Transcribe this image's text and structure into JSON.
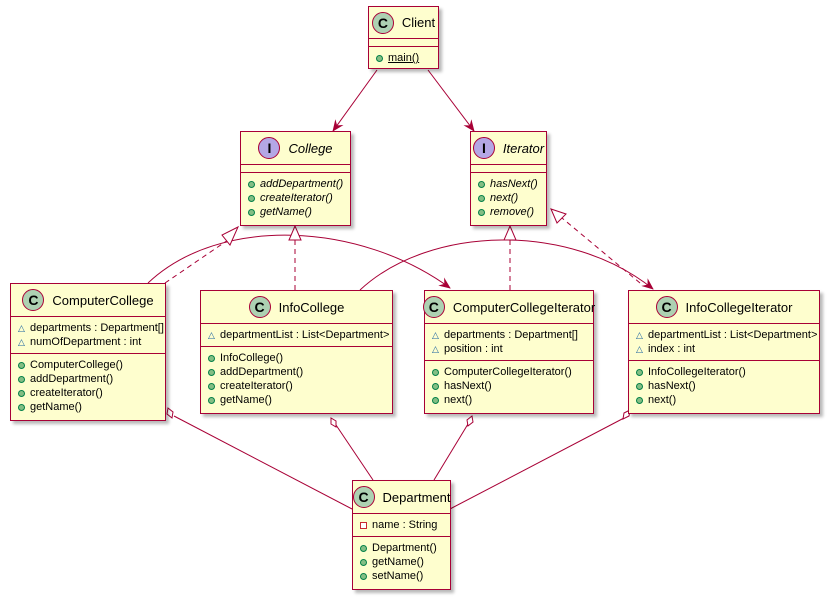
{
  "colors": {
    "class_fill": "#FEFECE",
    "border": "#A80036",
    "class_badge": "#ADD1B2",
    "interface_badge": "#B4A7E5"
  },
  "classes": {
    "client": {
      "stereotype": "C",
      "name": "Client",
      "fields": [],
      "methods": [
        {
          "vis": "public",
          "text": "main()",
          "static": true
        }
      ]
    },
    "college": {
      "stereotype": "I",
      "name": "College",
      "fields": [],
      "methods": [
        {
          "vis": "public",
          "text": "addDepartment()",
          "abstract": true
        },
        {
          "vis": "public",
          "text": "createIterator()",
          "abstract": true
        },
        {
          "vis": "public",
          "text": "getName()",
          "abstract": true
        }
      ]
    },
    "iterator": {
      "stereotype": "I",
      "name": "Iterator",
      "fields": [],
      "methods": [
        {
          "vis": "public",
          "text": "hasNext()",
          "abstract": true
        },
        {
          "vis": "public",
          "text": "next()",
          "abstract": true
        },
        {
          "vis": "public",
          "text": "remove()",
          "abstract": true
        }
      ]
    },
    "computer_college": {
      "stereotype": "C",
      "name": "ComputerCollege",
      "fields": [
        {
          "vis": "package",
          "text": "departments : Department[]"
        },
        {
          "vis": "package",
          "text": "numOfDepartment : int"
        }
      ],
      "methods": [
        {
          "vis": "public",
          "text": "ComputerCollege()"
        },
        {
          "vis": "public",
          "text": "addDepartment()"
        },
        {
          "vis": "public",
          "text": "createIterator()"
        },
        {
          "vis": "public",
          "text": "getName()"
        }
      ]
    },
    "info_college": {
      "stereotype": "C",
      "name": "InfoCollege",
      "fields": [
        {
          "vis": "package",
          "text": "departmentList : List<Department>"
        }
      ],
      "methods": [
        {
          "vis": "public",
          "text": "InfoCollege()"
        },
        {
          "vis": "public",
          "text": "addDepartment()"
        },
        {
          "vis": "public",
          "text": "createIterator()"
        },
        {
          "vis": "public",
          "text": "getName()"
        }
      ]
    },
    "computer_college_iterator": {
      "stereotype": "C",
      "name": "ComputerCollegeIterator",
      "fields": [
        {
          "vis": "package",
          "text": "departments : Department[]"
        },
        {
          "vis": "package",
          "text": "position : int"
        }
      ],
      "methods": [
        {
          "vis": "public",
          "text": "ComputerCollegeIterator()"
        },
        {
          "vis": "public",
          "text": "hasNext()"
        },
        {
          "vis": "public",
          "text": "next()"
        }
      ]
    },
    "info_college_iterator": {
      "stereotype": "C",
      "name": "InfoCollegeIterator",
      "fields": [
        {
          "vis": "package",
          "text": "departmentList : List<Department>"
        },
        {
          "vis": "package",
          "text": "index : int"
        }
      ],
      "methods": [
        {
          "vis": "public",
          "text": "InfoCollegeIterator()"
        },
        {
          "vis": "public",
          "text": "hasNext()"
        },
        {
          "vis": "public",
          "text": "next()"
        }
      ]
    },
    "department": {
      "stereotype": "C",
      "name": "Department",
      "fields": [
        {
          "vis": "private",
          "text": "name : String"
        }
      ],
      "methods": [
        {
          "vis": "public",
          "text": "Department()"
        },
        {
          "vis": "public",
          "text": "getName()"
        },
        {
          "vis": "public",
          "text": "setName()"
        }
      ]
    }
  },
  "relations": [
    {
      "from": "Client",
      "to": "College",
      "type": "association"
    },
    {
      "from": "Client",
      "to": "Iterator",
      "type": "association"
    },
    {
      "from": "ComputerCollege",
      "to": "College",
      "type": "realization"
    },
    {
      "from": "InfoCollege",
      "to": "College",
      "type": "realization"
    },
    {
      "from": "ComputerCollegeIterator",
      "to": "Iterator",
      "type": "realization"
    },
    {
      "from": "InfoCollegeIterator",
      "to": "Iterator",
      "type": "realization"
    },
    {
      "from": "ComputerCollege",
      "to": "ComputerCollegeIterator",
      "type": "association"
    },
    {
      "from": "InfoCollege",
      "to": "InfoCollegeIterator",
      "type": "association"
    },
    {
      "from": "ComputerCollege",
      "to": "Department",
      "type": "aggregation"
    },
    {
      "from": "InfoCollege",
      "to": "Department",
      "type": "aggregation"
    },
    {
      "from": "ComputerCollegeIterator",
      "to": "Department",
      "type": "aggregation"
    },
    {
      "from": "InfoCollegeIterator",
      "to": "Department",
      "type": "aggregation"
    }
  ]
}
